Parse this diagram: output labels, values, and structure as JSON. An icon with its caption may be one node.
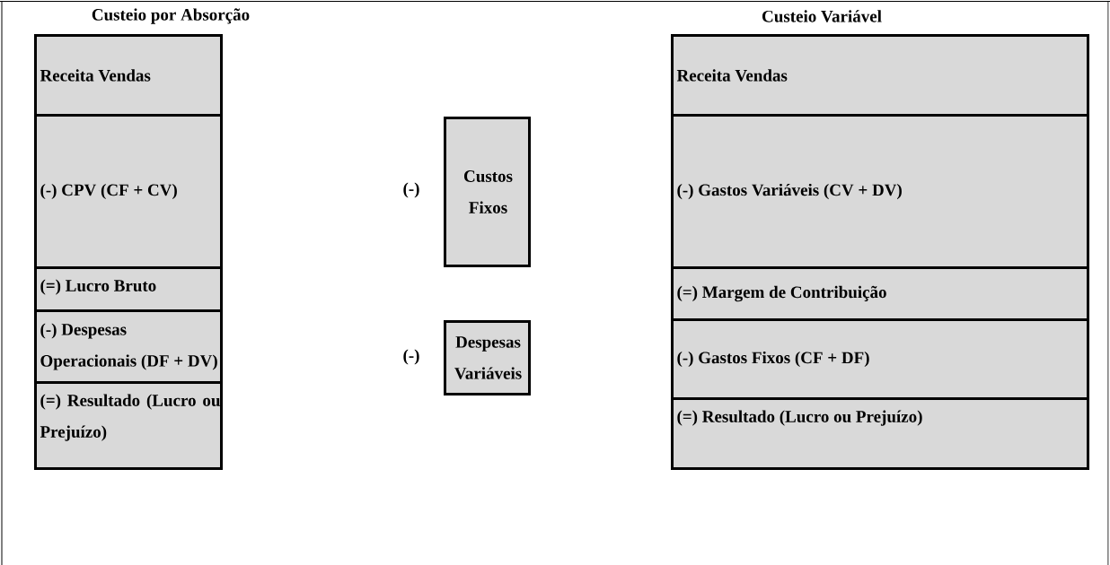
{
  "diagram": {
    "nodes": [
      {
        "text": [
          "Receita Vendas"
        ]
      },
      {
        "text": [
          "(-) CPV (CF + CV)"
        ]
      },
      {
        "text": [
          "(=) Lucro Bruto"
        ]
      },
      {
        "text": [
          "(-) Despesas Operacionais (DF + DV)"
        ]
      },
      {
        "text": [
          "(=) Resultado (Lucro ou Prejuízo)"
        ]
      },
      {
        "text": [
          "Custos Fixos"
        ]
      },
      {
        "text": [
          "Despesas Variáveis"
        ]
      },
      {
        "text": [
          "Receita Vendas"
        ]
      },
      {
        "text": [
          "(-) Gastos Variáveis (CV + DV)"
        ]
      },
      {
        "text": [
          "(=) Margem de Contribuição"
        ]
      },
      {
        "text": [
          "(-) Gastos Fixos (CF + DF)"
        ]
      },
      {
        "text": [
          "(=) Resultado (Lucro ou Prejuízo)"
        ]
      }
    ],
    "labels": [
      "Custeio por Absorção",
      "Custeio Variável",
      "(-)",
      "(-)"
    ]
  }
}
